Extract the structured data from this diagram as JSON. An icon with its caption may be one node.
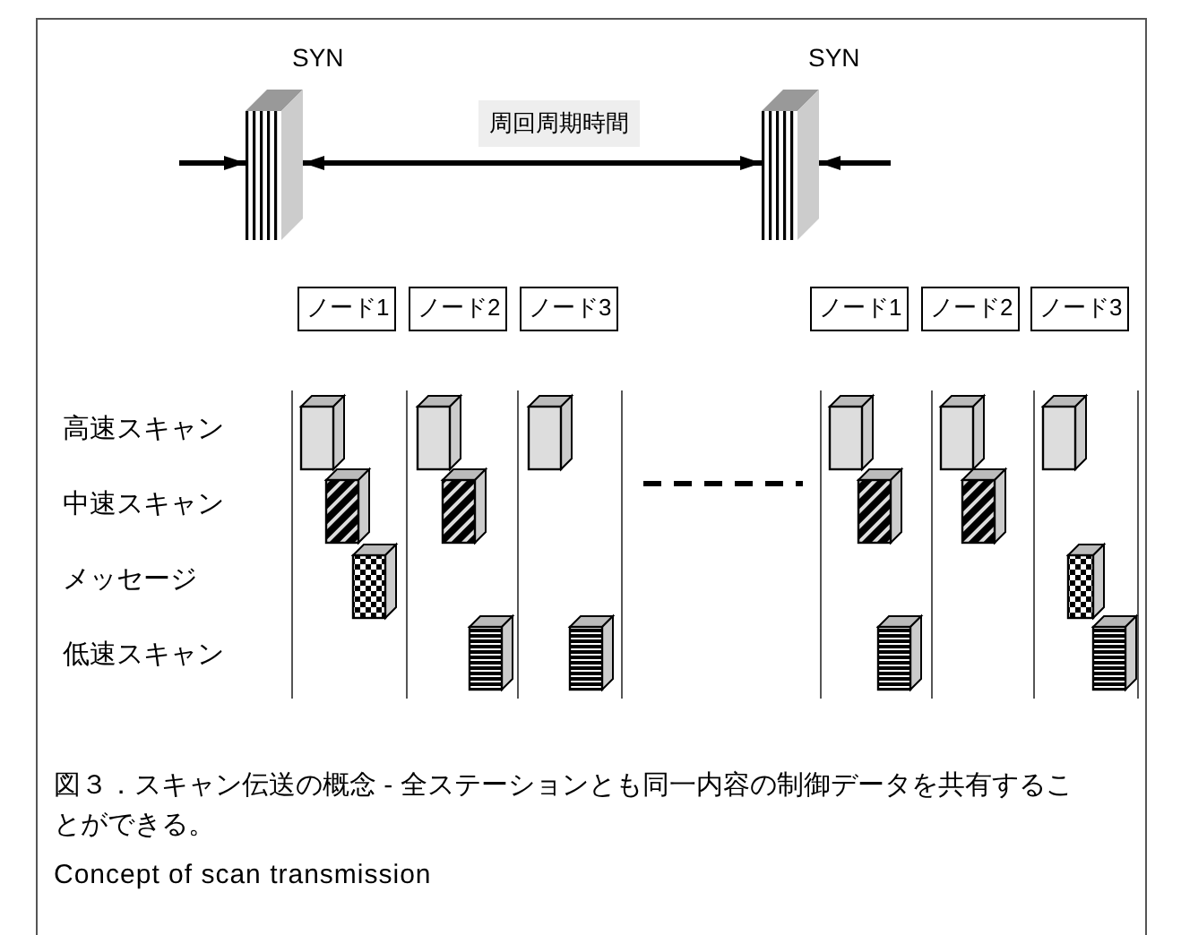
{
  "diagram": {
    "caption": "図３．スキャン伝送の概念 - 全ステーションとも同一内容の制御データを共有することができる。",
    "nodes": [
      {
        "text": [
          "SYN"
        ]
      },
      {
        "text": [
          "SYN"
        ]
      },
      {
        "text": [
          "ノード1"
        ]
      },
      {
        "text": [
          "ノード2"
        ]
      },
      {
        "text": [
          "ノード3"
        ]
      },
      {
        "text": [
          "ノード1"
        ]
      },
      {
        "text": [
          "ノード2"
        ]
      },
      {
        "text": [
          "ノード3"
        ]
      }
    ],
    "edges": [
      {
        "from": null,
        "to": 0,
        "arrow": "to"
      },
      {
        "from": 0,
        "to": 1,
        "arrow": "both",
        "label": "周回周期時間"
      },
      {
        "from": null,
        "to": 1,
        "arrow": "to"
      }
    ],
    "labels": [
      "高速スキャン",
      "中速スキャン",
      "メッセージ",
      "低速スキャン",
      "Concept of scan transmission"
    ]
  }
}
